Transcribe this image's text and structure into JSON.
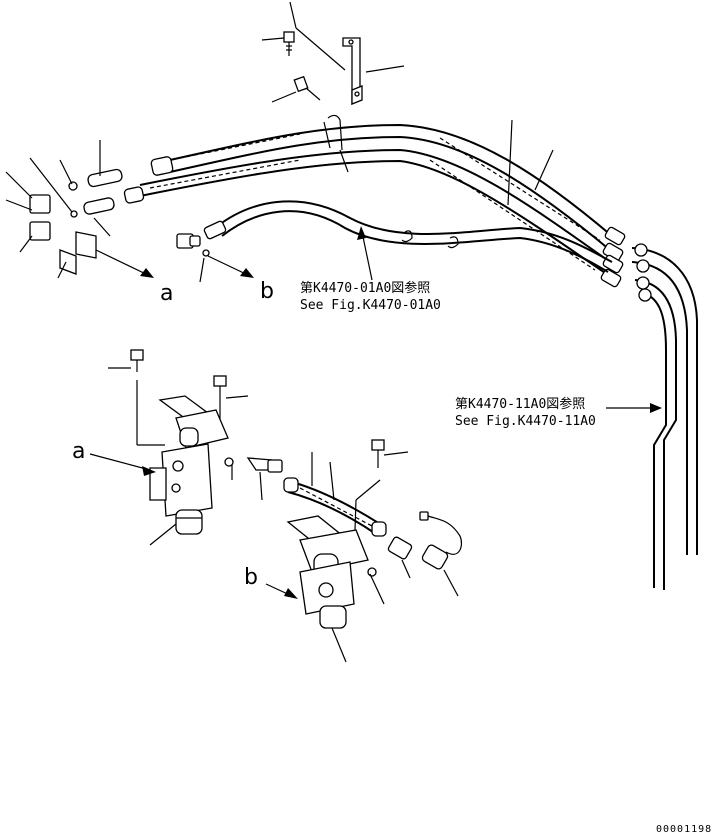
{
  "callouts": {
    "a_top": "a",
    "b_top": "b",
    "a_valve": "a",
    "b_valve": "b"
  },
  "references": {
    "ref1_jp": "第K4470-01A0図参照",
    "ref1_en": "See Fig.K4470-01A0",
    "ref2_jp": "第K4470-11A0図参照",
    "ref2_en": "See Fig.K4470-11A0"
  },
  "document_number": "00001198"
}
